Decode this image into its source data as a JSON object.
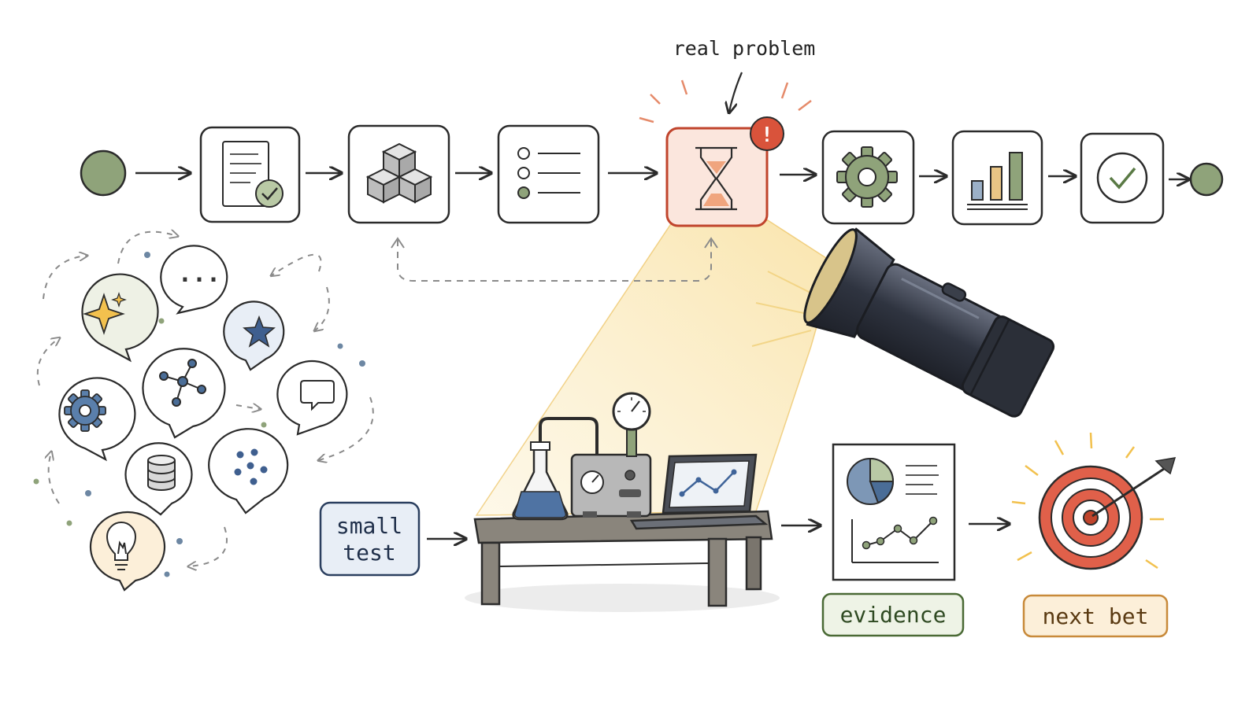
{
  "diagram": {
    "annotation": "real problem",
    "labels": {
      "small_test_line1": "small",
      "small_test_line2": "test",
      "evidence": "evidence",
      "next_bet": "next bet"
    },
    "flow_steps": [
      {
        "icon": "document-check-icon"
      },
      {
        "icon": "cubes-icon"
      },
      {
        "icon": "list-icon"
      },
      {
        "icon": "hourglass-icon",
        "highlight": true
      },
      {
        "icon": "gear-icon"
      },
      {
        "icon": "bar-chart-icon"
      },
      {
        "icon": "check-circle-icon"
      }
    ],
    "alert_symbol": "!",
    "bubble_ellipsis": "...",
    "colors": {
      "stroke": "#2b2b2b",
      "node": "#8fa37a",
      "alert": "#d9533b",
      "highlight_fill": "#fbe6dd",
      "beam": "#f7d98a",
      "blue_box_fill": "#e8eef6",
      "green_box_fill": "#eef3e6",
      "orange_box_fill": "#fcefd9",
      "target_red": "#e0604a"
    }
  }
}
